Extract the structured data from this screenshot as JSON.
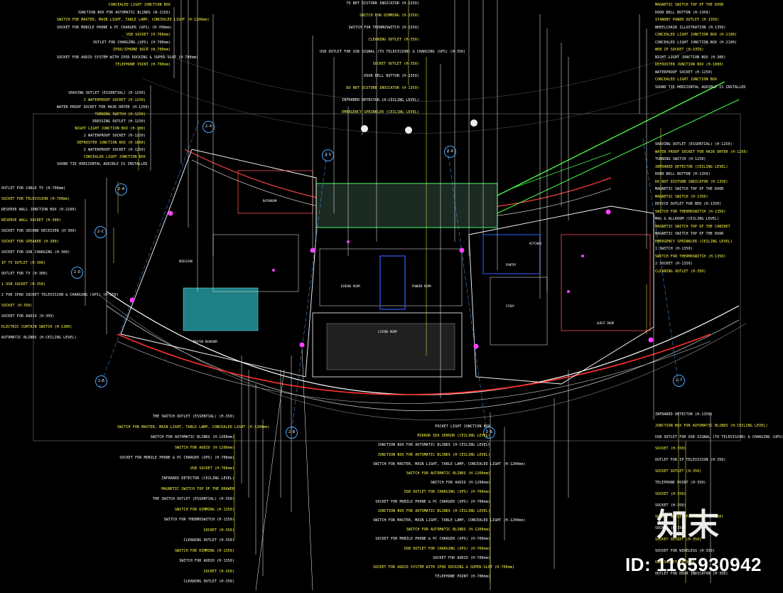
{
  "watermark": {
    "id_text": "ID: 1165930942",
    "logo_text": "知末"
  },
  "grid_tags": [
    "2-4",
    "2-5",
    "2-6",
    "2-A",
    "2-C",
    "2-D",
    "2-6",
    "2-6",
    "2-7",
    "2-B"
  ],
  "rooms": [
    "MASTER BEDROOM",
    "LIVING ROOM",
    "DINING ROOM",
    "STUDY",
    "BATHROOM",
    "DRESSING",
    "POWDER ROOM",
    "PANTRY",
    "KITCHEN",
    "GUEST ROOM"
  ],
  "labels": {
    "top_left": [
      "CONCEALED LIGHT JUNCTION BOX",
      "JUNCTION BOX FOR AUTOMATIC BLINDS (N-2150)",
      "SWITCH FOR MASTER, MAIN LIGHT, TABLE LAMP, CONCEALED LIGHT (H-1200mm)",
      "SOCKET FOR MOBILE PHONE & PC CHARGER (UPS) (H-700mm)",
      "USB SOCKET (H-700mm)",
      "OUTLET FOR CHARGING (UPS) (H-700mm)",
      "IPOD/IPHONE DOCK (H-700mm)",
      "SOCKET FOR AUDIO SYSTEM WITH IPOD DOCKING & SUPER-SLOT (H-700mm)",
      "TELEPHONE POINT (H-700mm)"
    ],
    "left_mid": [
      "SHAVING OUTLET (ESSENTIAL) (H-1250)",
      "2 WATERPROOF SOCKET (H-1250)",
      "WATER PROOF SOCKET FOR HAIR DRYER (H-1250)",
      "TURNING SWITCH (H-1250)",
      "DRESSING OUTLET (H-1250)",
      "NIGHT LIGHT JUNCTION BOX (H-300)",
      "2 WATERPROOF SOCKET (H-1250)",
      "DEFROSTER JUNCTION BOX (H-1800)",
      "2 WATERPROOF SOCKET (H-1250)",
      "CONCEALED LIGHT JUNCTION BOX",
      "SOUND TIE HORIZONTAL AUDIBLE IS INSTALLED"
    ],
    "left_low": [
      "OUTLET FOR CABLE TV (H-700mm)",
      "SOCKET FOR TELEVISION (H-700mm)",
      "RESERVE WALL JUNCTION BOX (H-2100)",
      "RESERVE WALL SOCKET (H-300)",
      "SOCKET FOR SECOND RECEIVER (H-300)",
      "SOCKET FOR SPEAKER (H-300)",
      "SOCKET FOR USB CHARGING (H-300)",
      "IP TV OUTLET (H-300)",
      "OUTLET FOR TV (H-300)",
      "1 USB SOCKET (H-350)",
      "2 FOR IPAD SOCKET TELEVISION & CHARGING (UPS) (H-350)",
      "SOCKET (H-350)",
      "SOCKET FOR AUDIO (H-350)",
      "ELECTRIC CURTAIN SWITCH (H-1300)",
      "AUTOMATIC BLINDS (H-CEILING LEVEL)"
    ],
    "top_center": [
      "TO NOT DISTURB INDICATOR (H-1350)",
      "SWITCH FOR DIMMING (H-1350)",
      "SWITCH FOR THERMOSWITCH (H-1350)",
      "CLEANING OUTLET (H-350)",
      "USB OUTLET FOR USB SIGNAL (TO TELEVISION) & CHARGING (UPS) (H-350)",
      "SOCKET OUTLET (H-350)",
      "DOOR BELL BUTTON (H-1350)",
      "DO NOT DISTURB INDICATOR (H-1350)",
      "INFRARED DETECTOR (H-CEILING LEVEL)",
      "EMERGENCY SPRINKLER (CEILING LEVEL)"
    ],
    "right_top": [
      "MAGNETIC SWITCH TOP OF THE DOOR",
      "DOOR BELL BUTTON (H-1350)",
      "STANDBY POWER OUTLET (H-1350)",
      "WHEELCHAIR ILLUSTRATION (H-1350)",
      "CONCEALED LIGHT JUNCTION BOX (H-2100)",
      "CONCEALED LIGHT JUNCTION BOX (H-2100)",
      "WEB IP SOCKET (H-1350)",
      "NIGHT LIGHT JUNCTION BOX (H-300)",
      "DEFROSTER JUNCTION BOX (H-1800)",
      "WATERPROOF SOCKET (H-1250)",
      "CONCEALED LIGHT JUNCTION BOX",
      "SOUND TIE HORIZONTAL AUDIBLE IS INSTALLED"
    ],
    "right_mid": [
      "SHAVING OUTLET (ESSENTIAL) (H-1250)",
      "WATER PROOF SOCKET FOR HAIR DRYER (H-1250)",
      "TURNING SWITCH (H-1250)",
      "INFRARED DETECTOR (CEILING LEVEL)",
      "DOOR BELL BUTTON (H-1350)",
      "DO NOT DISTURB INDICATOR (H-1350)",
      "MAGNETIC SWITCH TOP OF THE DOOR",
      "MAGNETIC SWITCH (H-1350)",
      "DEVICE OUTLET FOR BED (H-1350)",
      "SWITCH FOR THERMOSWITCH (H-1350)",
      "MAG & ALLROOM (CEILING LEVEL)",
      "MAGNETIC SWITCH TOP OF THE CABINET",
      "MAGNETIC SWITCH TOP OF THE DOOR",
      "EMERGENCY SPRINKLER (CEILING LEVEL)",
      "1 SWITCH (H-1350)",
      "SWITCH FOR THERMOSWITCH (H-1350)",
      "2 SOCKET (H-1350)",
      "CLEANING OUTLET (H-350)"
    ],
    "right_low": [
      "INFRARED DETECTOR (H-1350)",
      "JUNCTION BOX FOR AUTOMATIC BLINDS (H-CEILING LEVEL)",
      "USB OUTLET FOR USB SIGNAL (TO TELEVISION) & CHARGING (UPS)",
      "SOCKET (H-350)",
      "OUTLET FOR IP TELEVISION (H-350)",
      "SOCKET OUTLET (H-350)",
      "TELEPHONE POINT (H-350)",
      "SOCKET (H-350)",
      "SOCKET (H-350)",
      "SOCKET OUTLET FOR AUDIO (H-350)",
      "SOCKET (H-350)",
      "SOCKET OUTLET (H-350)",
      "SOCKET FOR WIRELESS (H-350)",
      "USB SOCKET (H-350)",
      "OUTLET FOR DOOR INDICATOR (H-350)"
    ],
    "bottom_left": [
      "THE SWITCH OUTLET (ESSENTIAL) (H-350)",
      "SWITCH FOR MASTER, MAIN LIGHT, TABLE LAMP, CONCEALED LIGHT (H-1200mm)",
      "SWITCH FOR AUTOMATIC BLINDS (H-1200mm)",
      "SWITCH FOR AUDIO (H-1200mm)",
      "SOCKET FOR MOBILE PHONE & PC CHARGER (UPS) (H-700mm)",
      "USB SOCKET (H-700mm)",
      "INFRARED DETECTOR (CEILING LEVEL)",
      "MAGNETIC SWITCH TOP OF THE DRAWER",
      "THE SWITCH OUTLET (ESSENTIAL) (H-350)",
      "SWITCH FOR DIMMING (H-1350)",
      "SWITCH FOR THERMOSWITCH (H-1350)",
      "SOCKET (H-350)",
      "CLEANING OUTLET (H-350)",
      "SWITCH FOR DIMMING (H-1350)",
      "SWITCH FOR AUDIO (H-1350)",
      "SOCKET (H-350)",
      "CLEANING OUTLET (H-350)"
    ],
    "bottom_center": [
      "POCKET LIGHT JUNCTION BOX",
      "MIRROR SEA SENSOR (CEILING LEVEL)",
      "JUNCTION BOX FOR AUTOMATIC BLINDS (H-CEILING LEVEL)",
      "JUNCTION BOX FOR AUTOMATIC BLINDS (H-CEILING LEVEL)",
      "SWITCH FOR MASTER, MAIN LIGHT, TABLE LAMP, CONCEALED LIGHT (H-1200mm)",
      "SWITCH FOR AUTOMATIC BLINDS (H-1200mm)",
      "SWITCH FOR AUDIO (H-1200mm)",
      "USB OUTLET FOR CHARGING (UPS) (H-700mm)",
      "SOCKET FOR MOBILE PHONE & PC CHARGER (UPS) (H-700mm)",
      "JUNCTION BOX FOR AUTOMATIC BLINDS (H-CEILING LEVEL)",
      "SWITCH FOR MASTER, MAIN LIGHT, TABLE LAMP, CONCEALED LIGHT (H-1200mm)",
      "SWITCH FOR AUTOMATIC BLINDS (H-1200mm)",
      "SOCKET FOR MOBILE PHONE & PC CHARGER (UPS) (H-700mm)",
      "USB OUTLET FOR CHARGING (UPS) (H-700mm)",
      "SOCKET FOR AUDIO (H-700mm)",
      "SOCKET FOR AUDIO SYSTEM WITH IPOD DOCKING & SUPER-SLOT (H-700mm)",
      "TELEPHONE POINT (H-700mm)"
    ]
  }
}
